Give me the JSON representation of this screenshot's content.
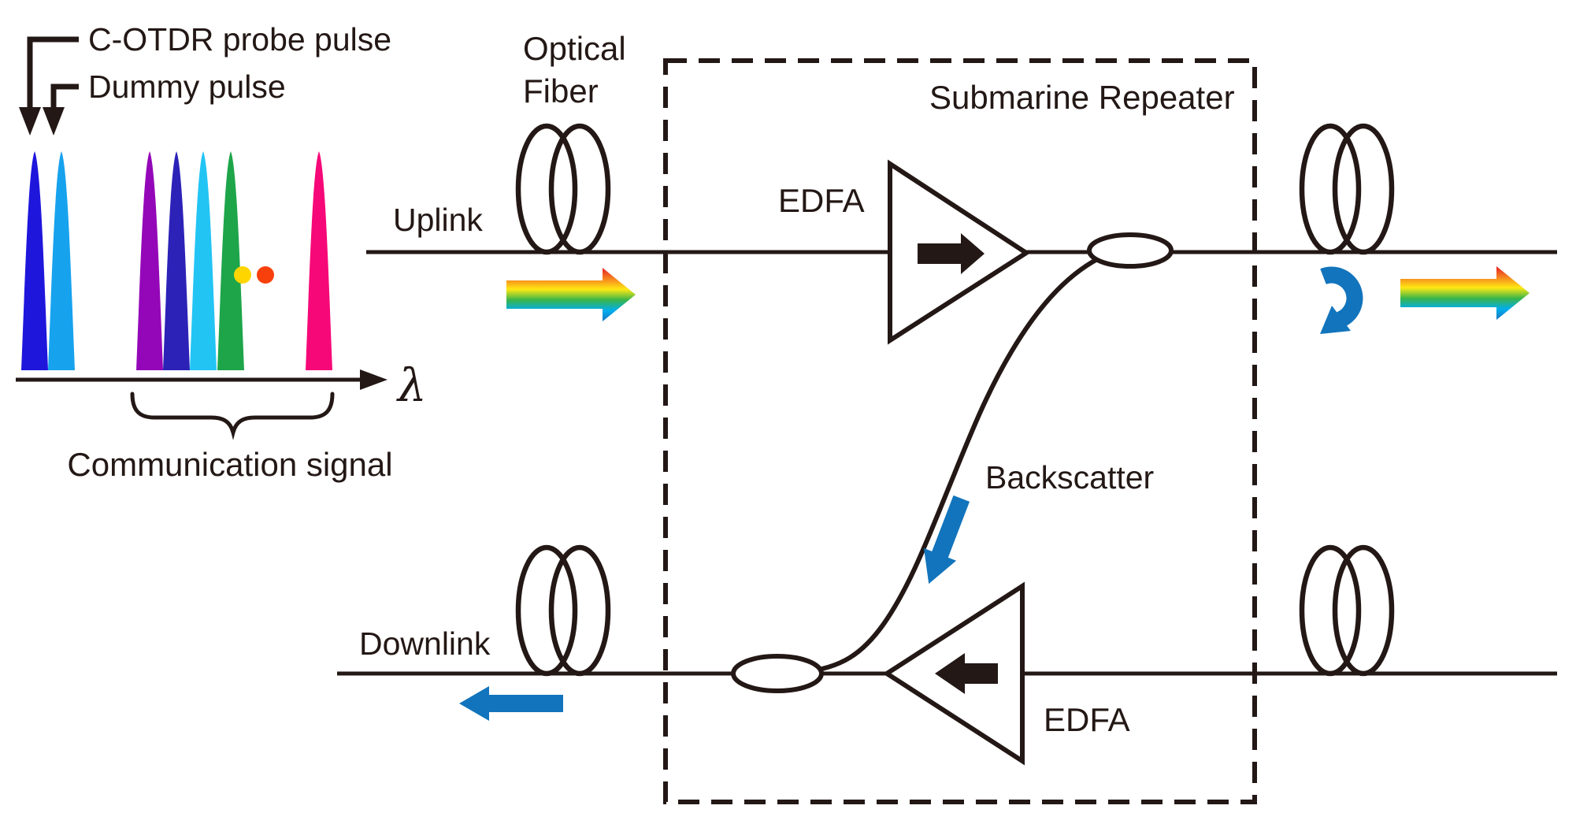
{
  "colors": {
    "ink": "#231815",
    "blue": "#1274bc",
    "rainbow_stops": [
      "#e51e25",
      "#f58220",
      "#ffe812",
      "#39b54a",
      "#00aeef",
      "#1b75bb"
    ]
  },
  "spectrum": {
    "probe_pulse_label": "C-OTDR probe pulse",
    "dummy_pulse_label": "Dummy pulse",
    "communication_signal_label": "Communication signal",
    "axis_label": "λ",
    "pulses": [
      {
        "name": "cotdr-probe-pulse",
        "color": "#1f16dc"
      },
      {
        "name": "dummy-pulse",
        "color": "#17a2ee"
      },
      {
        "name": "comm-pulse-purple",
        "color": "#9407b8"
      },
      {
        "name": "comm-pulse-indigo",
        "color": "#2c22b8"
      },
      {
        "name": "comm-pulse-cyan",
        "color": "#22c4f4"
      },
      {
        "name": "comm-pulse-green",
        "color": "#1ea54a"
      },
      {
        "name": "comm-pulse-pink",
        "color": "#f60878"
      }
    ],
    "ellipsis_dots": [
      {
        "name": "dot-yellow",
        "color": "#ffd500"
      },
      {
        "name": "dot-orange",
        "color": "#f8400d"
      }
    ]
  },
  "system": {
    "optical_fiber_label_line1": "Optical",
    "optical_fiber_label_line2": "Fiber",
    "uplink_label": "Uplink",
    "downlink_label": "Downlink",
    "repeater_label": "Submarine Repeater",
    "edfa_upper_label": "EDFA",
    "edfa_lower_label": "EDFA",
    "backscatter_label": "Backscatter"
  }
}
